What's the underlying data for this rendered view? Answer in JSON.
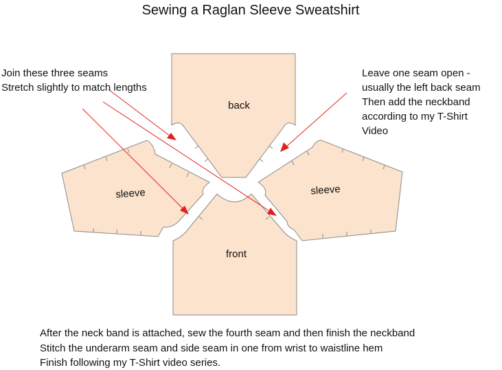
{
  "title": "Sewing a Raglan Sleeve Sweatshirt",
  "notes": {
    "left": [
      "Join these three seams",
      "Stretch slightly to match lengths"
    ],
    "right": [
      "Leave one seam open -",
      "usually the left back seam",
      "Then add the neckband",
      "according to my T-Shirt",
      "Video"
    ],
    "bottom": [
      "After the neck band is attached, sew the fourth seam and then finish the neckband",
      "Stitch the underarm seam  and side seam in one from wrist to waistline hem",
      "Finish following my T-Shirt video series."
    ]
  },
  "pieces": {
    "back": "back",
    "front": "front",
    "sleeve_left": "sleeve",
    "sleeve_right": "sleeve"
  },
  "colors": {
    "fabric": "#fbe3cd",
    "outline": "#8a8a8a",
    "arrow": "#e0201f",
    "text": "#111111"
  }
}
